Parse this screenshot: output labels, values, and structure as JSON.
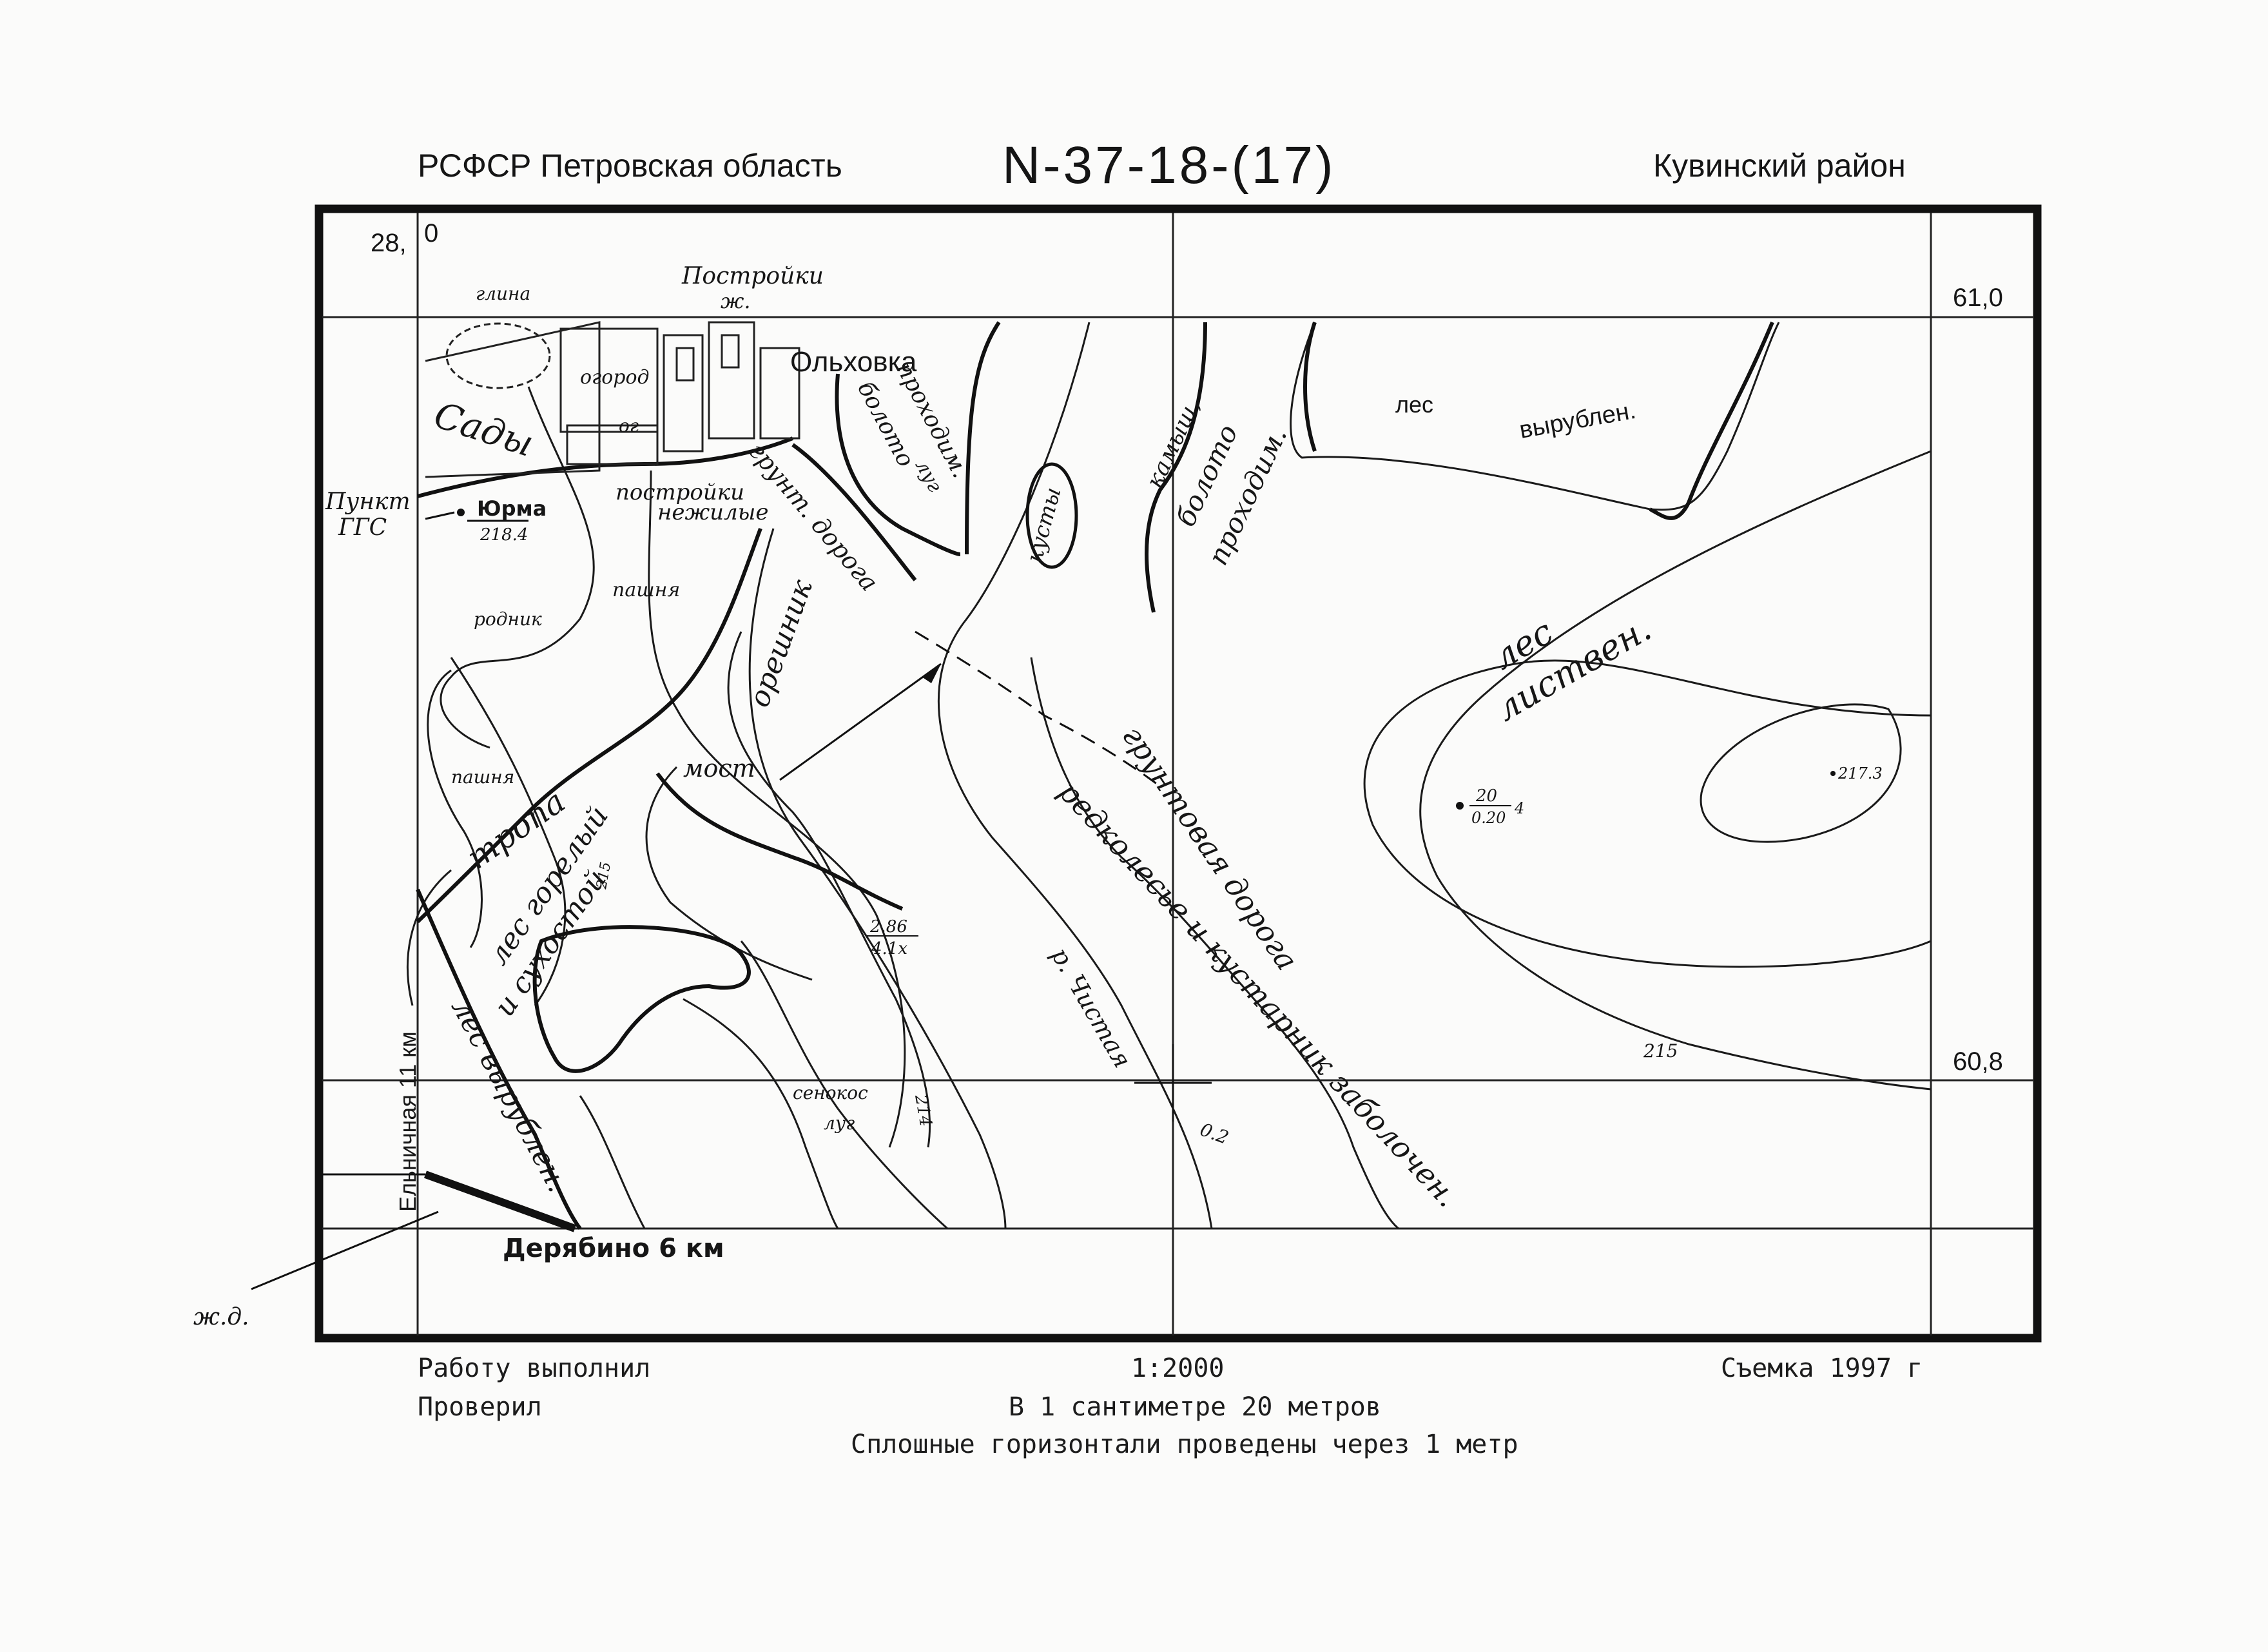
{
  "header": {
    "region": "РСФСР Петровская область",
    "sheet_code": "N-37-18-(17)",
    "district": "Кувинский район"
  },
  "grid": {
    "corner_left": "28,",
    "corner_top": "0",
    "right_upper": "61,0",
    "right_lower": "60,8"
  },
  "labels": {
    "sady": "Сады",
    "glina": "глина",
    "postroiki": "Постройки",
    "zh": "ж.",
    "ogorod": "огород",
    "og": "ог",
    "olkhovka": "Ольховка",
    "postroiki_nezhilye_1": "постройки",
    "postroiki_nezhilye_2": "нежилые",
    "punkt": "Пункт",
    "ggs": "ГГС",
    "yurma": "Юрма",
    "yurma_height": "218.4",
    "pashnya1": "пашня",
    "rodnik": "родник",
    "pashnya2": "пашня",
    "grunt_doroga_upper": "грунт. дорога",
    "boloto1_1": "болото",
    "boloto1_2": "проходим.",
    "lug1": "луг",
    "kusty": "кусты",
    "kamysh": "камыш,",
    "boloto2_1": "болото",
    "boloto2_2": "проходим.",
    "les_top": "лес",
    "vyrublen_top": "вырублен.",
    "les_listv_1": "лес",
    "les_listv_2": "листвен.",
    "oreshnik": "орешник",
    "most": "мост",
    "tropa": "тропа",
    "les_gorely_1": "лес горелый",
    "les_gorely_2": "и сухостой",
    "h215a": "215",
    "gruntovaya": "грунтовая дорога",
    "redkolesye": "редколесье и кустарник заболочен.",
    "reka": "р. Чистая",
    "reka_val": "0.2",
    "m286_top": "2.86",
    "m286_bot": "4.1x",
    "m20_top": "20",
    "m20_bot": "0.20",
    "m20_side": "4",
    "h2173": "217.3",
    "h215b": "215",
    "h214": "214",
    "senokos": "сенокос",
    "lug2": "луг",
    "les_vyrublen": "лес вырублен.",
    "elnichnaya": "Ельничная 11 км",
    "deryabino": "Дерябино 6 км",
    "zhd": "ж.д."
  },
  "footer": {
    "executed": "Работу выполнил",
    "checked": "Проверил",
    "scale": "1:2000",
    "survey": "Съемка   1997 г",
    "scale_desc": "В 1 сантиметре 20 метров",
    "contour_note": "Сплошные горизонтали проведены через  1 метр"
  },
  "colors": {
    "ink": "#151515",
    "paper": "#fbfbfa"
  }
}
